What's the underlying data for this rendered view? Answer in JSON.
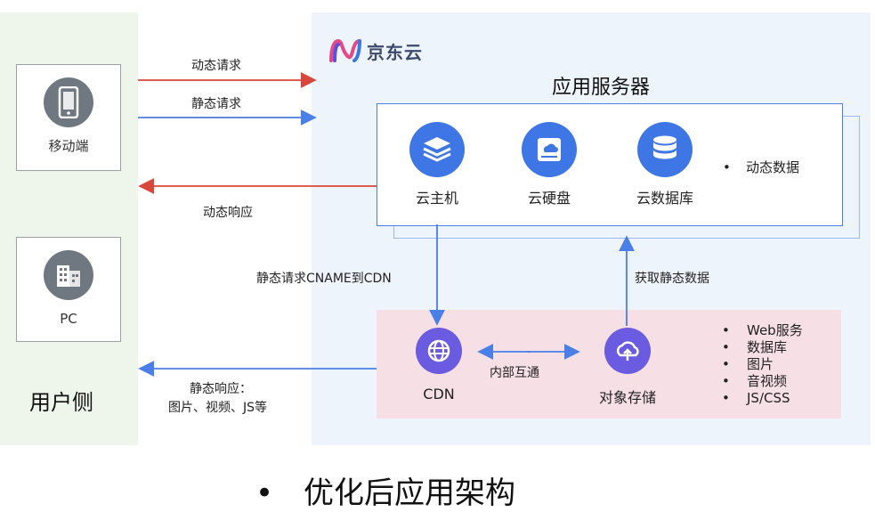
{
  "brand": {
    "name": "京东云"
  },
  "user_side": {
    "title": "用户侧",
    "devices": [
      {
        "label": "移动端",
        "icon": "mobile-phone-icon"
      },
      {
        "label": "PC",
        "icon": "pc-building-icon"
      }
    ]
  },
  "server": {
    "title": "应用服务器",
    "services": [
      {
        "label": "云主机",
        "icon": "cloud-host-icon"
      },
      {
        "label": "云硬盘",
        "icon": "cloud-disk-icon"
      },
      {
        "label": "云数据库",
        "icon": "cloud-database-icon"
      }
    ],
    "note": "动态数据"
  },
  "flows": {
    "dynamic_request": "动态请求",
    "static_request": "静态请求",
    "dynamic_response": "动态响应",
    "static_cname": "静态请求CNAME到CDN",
    "fetch_static": "获取静态数据",
    "internal": "内部互通",
    "static_response_line1": "静态响应：",
    "static_response_line2": "图片、视频、JS等"
  },
  "cdn_area": {
    "cdn_label": "CDN",
    "storage_label": "对象存储",
    "items": [
      "Web服务",
      "数据库",
      "图片",
      "音视频",
      "JS/CSS"
    ]
  },
  "footer": {
    "bullet": "•",
    "text": "优化后应用架构"
  },
  "colors": {
    "dynamic_arrow": "#d9473b",
    "static_arrow": "#4a7fe8",
    "service_blue": "#3f76e6",
    "cdn_purple": "#6b5be0"
  }
}
